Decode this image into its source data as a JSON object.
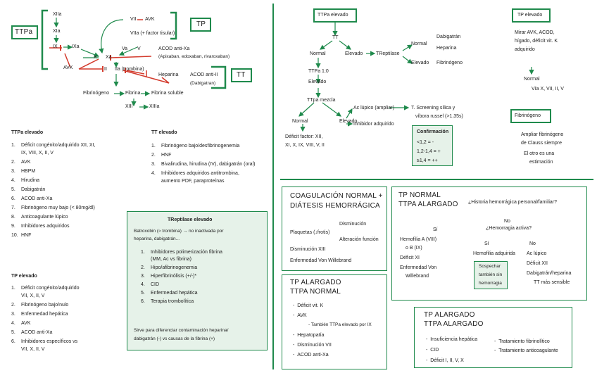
{
  "colors": {
    "green": "#1f8a4c",
    "red": "#d33a2c",
    "lightgreen": "#e6f2e9"
  },
  "cascade": {
    "ttpa_label": "TTPa",
    "tp_label": "TP",
    "tt_label": "TT",
    "xiia": "XIIa",
    "xia": "XIa",
    "ix": "IX",
    "ixa": "IXa",
    "avk1": "AVK",
    "x": "X",
    "xa": "Xa",
    "ii": "II",
    "iia": "IIa (trombina)",
    "vii": "VII",
    "avk_top": "AVK",
    "viia": "VIIa (+ factor tisular)",
    "va": "Va",
    "v": "V",
    "acod_xa": "ACOD anti-Xa",
    "acod_xa_sub": "(Apixaban, edoxaban, rivaroxaban)",
    "heparina": "Heparina",
    "acod_iia": "ACOD anti-II",
    "acod_iia_sub": "(Dabigatran)",
    "fibrinogeno": "Fibrinógeno",
    "fibrina": "Fibrina",
    "fibrina_sol": "Fibrina soluble",
    "xiii": "XIII",
    "xiiia": "XIIIa"
  },
  "ttpa_elevado": {
    "title": "TTPa elevado",
    "items": [
      "Déficit congénito/adquirido XII, XI,",
      "IX, VIII, X, II, V",
      "AVK",
      "HBPM",
      "Hirudina",
      "Dabigatrán",
      "ACOD anti-Xa",
      "Fibrinógeno muy bajo (< 80mg/dl)",
      "Anticoagulante lúpico",
      "Inhibidores adquiridos",
      "HNF"
    ]
  },
  "tp_elevado_list": {
    "title": "TP elevado",
    "items": [
      "Déficit congénito/adquirido",
      "VII, X, II, V",
      "Fibrinógeno bajo/nulo",
      "Enfermedad hepática",
      "AVK",
      "ACOD anti-Xa",
      "Inhibidores específicos vs",
      "VII, X, II, V"
    ]
  },
  "tt_elevado": {
    "title": "TT elevado",
    "items": [
      "Fibrinógeno bajo/desfibrinogenemia",
      "HNF",
      "Bivalirudina, hirudina (IV), dabigatrán (oral)",
      "Inhibidores adquiridos antitrombina,",
      "aumento PDF, paraproteínas"
    ]
  },
  "reptilase_box": {
    "title": "TReptilase elevado",
    "intro": "Batroxobin (≈ trombina) → no inactivada por",
    "intro2": "heparina, dabigatrán...",
    "items": [
      "Inhibidores polimerización fibrina",
      "(MM, Ac vs fibrina)",
      "Hipo/afibrinogenemia",
      "Hiperfibrinólisis (+/-)*",
      "CID",
      "Enfermedad hepática",
      "Terapia trombolítica"
    ],
    "footer": "Sirve para diferenciar contaminación heparina/",
    "footer2": "dabigatrán (-) vs causas de la fibrina (+)"
  },
  "tt_flow": {
    "title": "TTPa elevado",
    "tt": "TT",
    "normal": "Normal",
    "elevado": "Elevado",
    "treptilase": "TReptilase",
    "normal2": "Normal",
    "elevado2": "Elevado",
    "dabigatran": "Dabigatrán",
    "heparina": "Heparina",
    "fibrinogeno": "Fibrinógeno",
    "ttpa10": "TTPa 1:0",
    "elevado3": "Elevado",
    "ttpa_mezcla": "TTpa mezcla",
    "normal3": "Normal",
    "elevado4": "Elevado",
    "ac_lupico": "Ac lúpico (ampliar)",
    "screening": "T. Screening sílica y",
    "screening2": "víbora russel (>1,35s)",
    "inhibidor": "Inhibidor adquirido",
    "deficit": "Déficit factor: XII,",
    "deficit2": "XI, X, IX, VIII, V, II",
    "confirm_title": "Confirmación",
    "confirm": [
      "<1,2 = -",
      "1,2-1,4 = +",
      "≥1,4 = ++"
    ]
  },
  "tp_elevado_box": {
    "title": "TP elevado",
    "l1": "Mirar AVK, ACOD,",
    "l2": "hígado, déficit vit. K",
    "l3": "adquirido",
    "normal": "Normal",
    "items": "Vía X, VII, II, V"
  },
  "fibrinogeno_box": {
    "title": "Fibrinógeno",
    "l1": "Ampliar fibrinógeno",
    "l2": "de Clauss siempre",
    "l3": "El otro es una",
    "l4": "estimación"
  },
  "coag_normal": {
    "title1": "COAGULACIÓN NORMAL +",
    "title2": "DIÁTESIS HEMORRÁGICA",
    "plaq": "Plaquetas (↓frotis)",
    "dism": "Disminución",
    "alt": "Alteración función",
    "xiii": "Disminución XIII",
    "vw": "Enfermedad Von Willebrand"
  },
  "tp_normal": {
    "title1": "TP NORMAL",
    "title2": "TTPA ALARGADO",
    "q1": "¿Historia hemorrágica personal/familiar?",
    "si": "Sí",
    "no": "No",
    "hem": "Hemofilia A (VIII)",
    "hem2": "o B (IX)",
    "defxi": "Déficit XI",
    "vw": "Enfermedad Von",
    "vw2": "Willebrand",
    "q2": "¿Hemorragia activa?",
    "si2": "Sí",
    "no2": "No",
    "hem_adq": "Hemofilia adquirida",
    "sosp": "Sospechar",
    "sosp2": "también sin",
    "sosp3": "hemorragia",
    "aclup": "Ac lúpico",
    "defxii": "Déficit XII",
    "dabig": "Dabigatrán/heparina",
    "tt": "TT más sensible"
  },
  "tp_alargado_normal": {
    "title1": "TP ALARGADO",
    "title2": "TTPA NORMAL",
    "items": [
      "Déficit vit. K",
      "AVK",
      "Hepatopatía",
      "Disminución VII",
      "ACOD anti-Xa"
    ],
    "sub": "- También TTPa elevado por IX"
  },
  "tp_alargado_alargado": {
    "title1": "TP ALARGADO",
    "title2": "TTPA ALARGADO",
    "left": [
      "Insuficiencia hepática",
      "CID",
      "Déficit I, II, V, X"
    ],
    "right": [
      "Tratamiento fibrinolítico",
      "Tratamiento anticoagulante"
    ]
  }
}
